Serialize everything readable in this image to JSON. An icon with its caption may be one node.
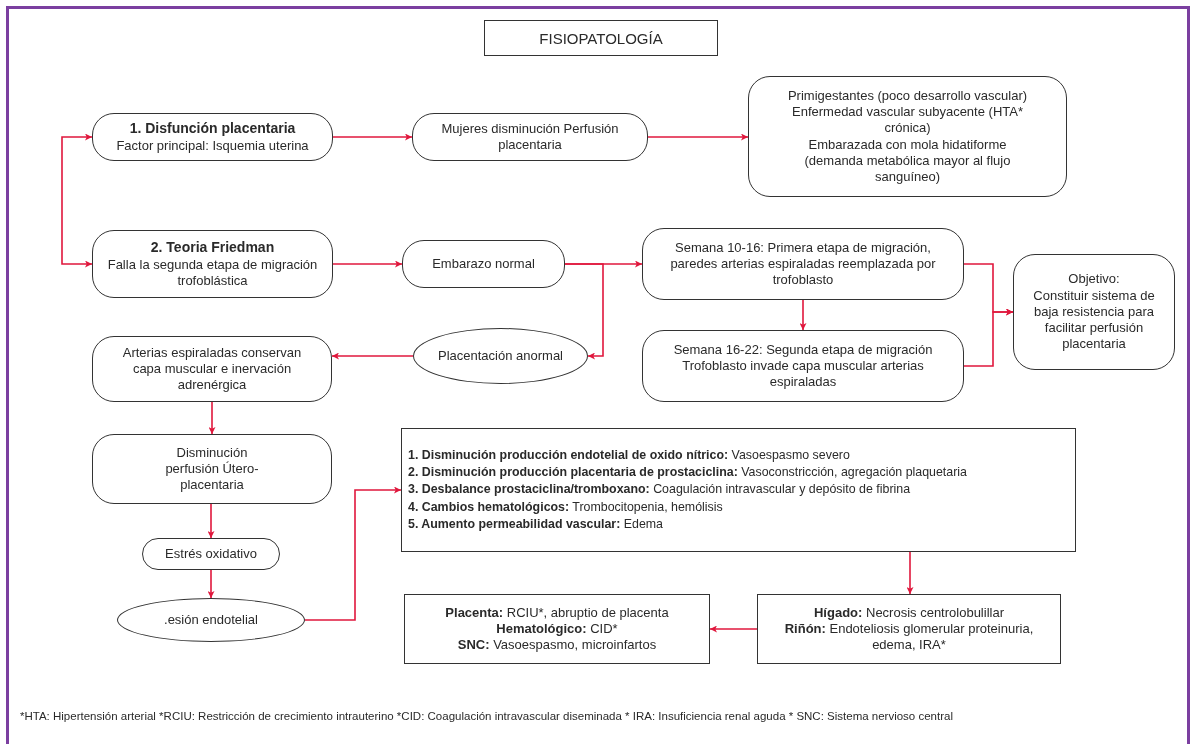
{
  "diagram": {
    "title": "FISIOPATOLOGÍA",
    "nodes": [
      {
        "text": [
          "1. Disfunción placentaria",
          "Factor principal: Isquemia uterina"
        ]
      },
      {
        "text": [
          "Mujeres disminución Perfusión placentaria"
        ]
      },
      {
        "text": [
          "Primigestantes (poco desarrollo vascular)",
          "Enfermedad vascular subyacente (HTA* crónica)",
          "Embarazada con mola hidatiforme (demanda metabólica mayor al flujo sanguíneo)"
        ]
      },
      {
        "text": [
          "2. Teoria Friedman",
          "Falla la segunda etapa de migración trofoblástica"
        ]
      },
      {
        "text": [
          "Embarazo normal"
        ]
      },
      {
        "text": [
          "Semana 10-16: Primera etapa de migración, paredes arterias espiraladas reemplazada por trofoblasto"
        ]
      },
      {
        "text": [
          "Semana 16-22: Segunda etapa de migración Trofoblasto invade capa muscular arterias espiraladas"
        ]
      },
      {
        "text": [
          "Objetivo:",
          "Constituir sistema de baja resistencia para facilitar perfusión placentaria"
        ]
      },
      {
        "text": [
          "Placentación anormal"
        ]
      },
      {
        "text": [
          "Arterias espiraladas conservan capa muscular e inervación adrenérgica"
        ]
      },
      {
        "text": [
          "Disminución perfusión Útero- placentaria"
        ]
      },
      {
        "text": [
          "Estrés oxidativo"
        ]
      },
      {
        "text": [
          ".esión endotelial"
        ]
      },
      {
        "text": [
          "**1. Disminución producción endotelial de oxido nítrico:** Vasoespasmo severo",
          "**2. Disminución producción placentaria de prostaciclina:** Vasoconstricción, agregación plaquetaria",
          "**3. Desbalance prostaciclina/tromboxano:** Coagulación intravascular y depósito de fibrina",
          "**4. Cambios hematológicos:** Trombocitopenia, hemólisis",
          "**5. Aumento permeabilidad vascular:** Edema"
        ]
      },
      {
        "text": [
          "**Hígado:** Necrosis centrolobulillar",
          "**Riñón:** Endoteliosis glomerular proteinuria, edema, IRA*"
        ]
      },
      {
        "text": [
          "**Placenta:** RCIU*, abruptio de placenta",
          "**Hematológico:** CID*",
          "**SNC:** Vasoespasmo, microinfartos"
        ]
      }
    ],
    "edges": [
      {
        "from": 0,
        "to": 3,
        "arrow": "both"
      },
      {
        "from": 0,
        "to": 1,
        "arrow": "to"
      },
      {
        "from": 1,
        "to": 2,
        "arrow": "to"
      },
      {
        "from": 3,
        "to": 4,
        "arrow": "to"
      },
      {
        "from": 4,
        "to": 5,
        "arrow": "to"
      },
      {
        "from": 4,
        "to": 8,
        "arrow": "to"
      },
      {
        "from": 5,
        "to": 6,
        "arrow": "to"
      },
      {
        "from": 5,
        "to": 7,
        "arrow": "to"
      },
      {
        "from": 6,
        "to": 7,
        "arrow": "to"
      },
      {
        "from": 8,
        "to": 9,
        "arrow": "to"
      },
      {
        "from": 9,
        "to": 10,
        "arrow": "to"
      },
      {
        "from": 10,
        "to": 11,
        "arrow": "to"
      },
      {
        "from": 11,
        "to": 12,
        "arrow": "to"
      },
      {
        "from": 12,
        "to": 13,
        "arrow": "to"
      },
      {
        "from": 13,
        "to": 14,
        "arrow": "to"
      },
      {
        "from": 14,
        "to": 15,
        "arrow": "to"
      }
    ],
    "labels": [
      "*HTA: Hipertensión arterial  *RCIU: Restricción de crecimiento intrauterino *CID: Coagulación intravascular diseminada * IRA: Insuficiencia renal aguda * SNC: Sistema nervioso central"
    ]
  }
}
